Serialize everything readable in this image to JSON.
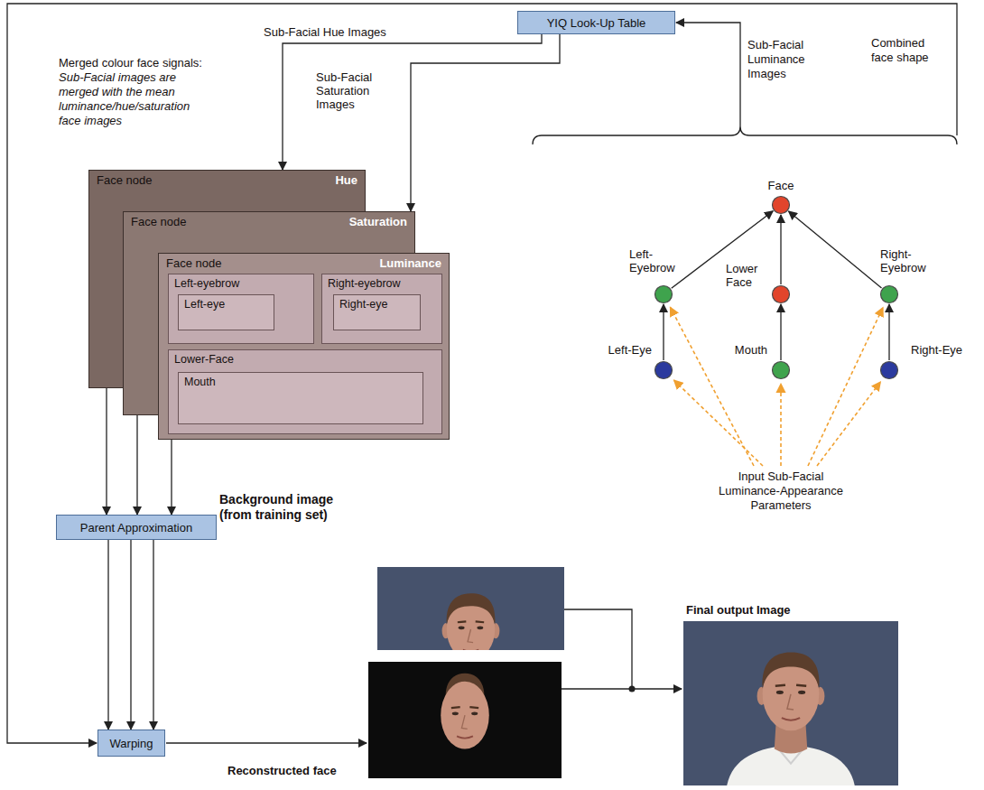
{
  "diagram": {
    "nodes": [
      {
        "text": [
          "YIQ Look-Up Table"
        ]
      },
      {
        "text": [
          "Face node",
          "Hue"
        ]
      },
      {
        "text": [
          "Face node",
          "Saturation"
        ]
      },
      {
        "text": [
          "Face node",
          "Luminance"
        ]
      },
      {
        "text": [
          "Left-eyebrow"
        ],
        "in": 3
      },
      {
        "text": [
          "Left-eye"
        ],
        "in": 4
      },
      {
        "text": [
          "Right-eyebrow"
        ],
        "in": 3
      },
      {
        "text": [
          "Right-eye"
        ],
        "in": 6
      },
      {
        "text": [
          "Lower-Face"
        ],
        "in": 3
      },
      {
        "text": [
          "Mouth"
        ],
        "in": 8
      },
      {
        "text": [
          "Face"
        ]
      },
      {
        "text": [
          "Left-Eyebrow"
        ]
      },
      {
        "text": [
          "Lower Face"
        ]
      },
      {
        "text": [
          "Right-Eyebrow"
        ]
      },
      {
        "text": [
          "Left-Eye"
        ]
      },
      {
        "text": [
          "Mouth"
        ]
      },
      {
        "text": [
          "Right-Eye"
        ]
      },
      {
        "text": [
          "Parent Approximation"
        ]
      },
      {
        "text": [
          "Warping"
        ]
      }
    ],
    "edges": [
      {
        "from": 0,
        "to": 1,
        "label": "Sub-Facial Hue Images",
        "arrow": "to"
      },
      {
        "from": 0,
        "to": 2,
        "label": "Sub-Facial Saturation Images",
        "arrow": "to"
      },
      {
        "from": 11,
        "to": 10,
        "arrow": "to"
      },
      {
        "from": 12,
        "to": 10,
        "arrow": "to"
      },
      {
        "from": 13,
        "to": 10,
        "arrow": "to"
      },
      {
        "from": 14,
        "to": 11,
        "arrow": "to"
      },
      {
        "from": 15,
        "to": 12,
        "arrow": "to"
      },
      {
        "from": 16,
        "to": 13,
        "arrow": "to"
      },
      {
        "from": 1,
        "to": 17,
        "arrow": "to"
      },
      {
        "from": 2,
        "to": 17,
        "arrow": "to"
      },
      {
        "from": 3,
        "to": 17,
        "arrow": "to"
      },
      {
        "from": 17,
        "to": 18,
        "arrow": "to"
      },
      {
        "from": 17,
        "to": 18,
        "arrow": "to"
      },
      {
        "from": 17,
        "to": 18,
        "arrow": "to"
      }
    ],
    "labels": [
      "Merged colour face signals:",
      "Sub-Facial images are merged with the mean luminance/hue/saturation face images",
      "Sub-Facial Luminance Images",
      "Combined face shape",
      "Input Sub-Facial Luminance-Appearance Parameters",
      "Background image (from training set)",
      "Reconstructed face",
      "Final output Image"
    ]
  }
}
